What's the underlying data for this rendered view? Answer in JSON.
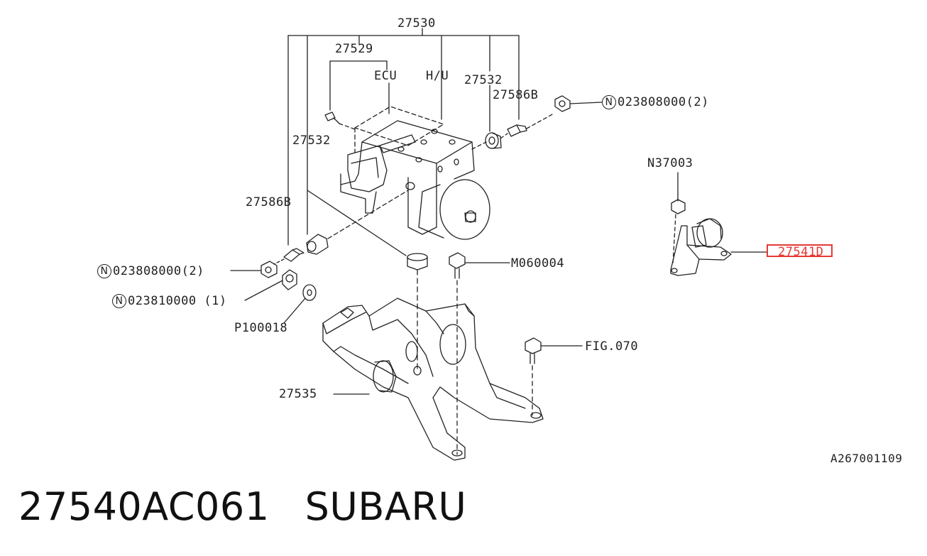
{
  "labels": {
    "l27530": "27530",
    "l27529": "27529",
    "ecu": "ECU",
    "hu": "H/U",
    "l27532_top": "27532",
    "l27586b_top": "27586B",
    "n023808000_top": "023808000(2)",
    "l27532_left": "27532",
    "l27586b_left": "27586B",
    "n023808000_left": "023808000(2)",
    "n023810000": "023810000 (1)",
    "p100018": "P100018",
    "m060004": "M060004",
    "fig070": "FIG.070",
    "l27535": "27535",
    "n37003": "N37003",
    "l27541d": "27541D",
    "ref_code": "A267001109",
    "n_symbol": "N"
  },
  "footer": {
    "part_number": "27540AC061",
    "brand": "SUBARU"
  },
  "colors": {
    "line": "#222222",
    "highlight": "#e53935"
  }
}
